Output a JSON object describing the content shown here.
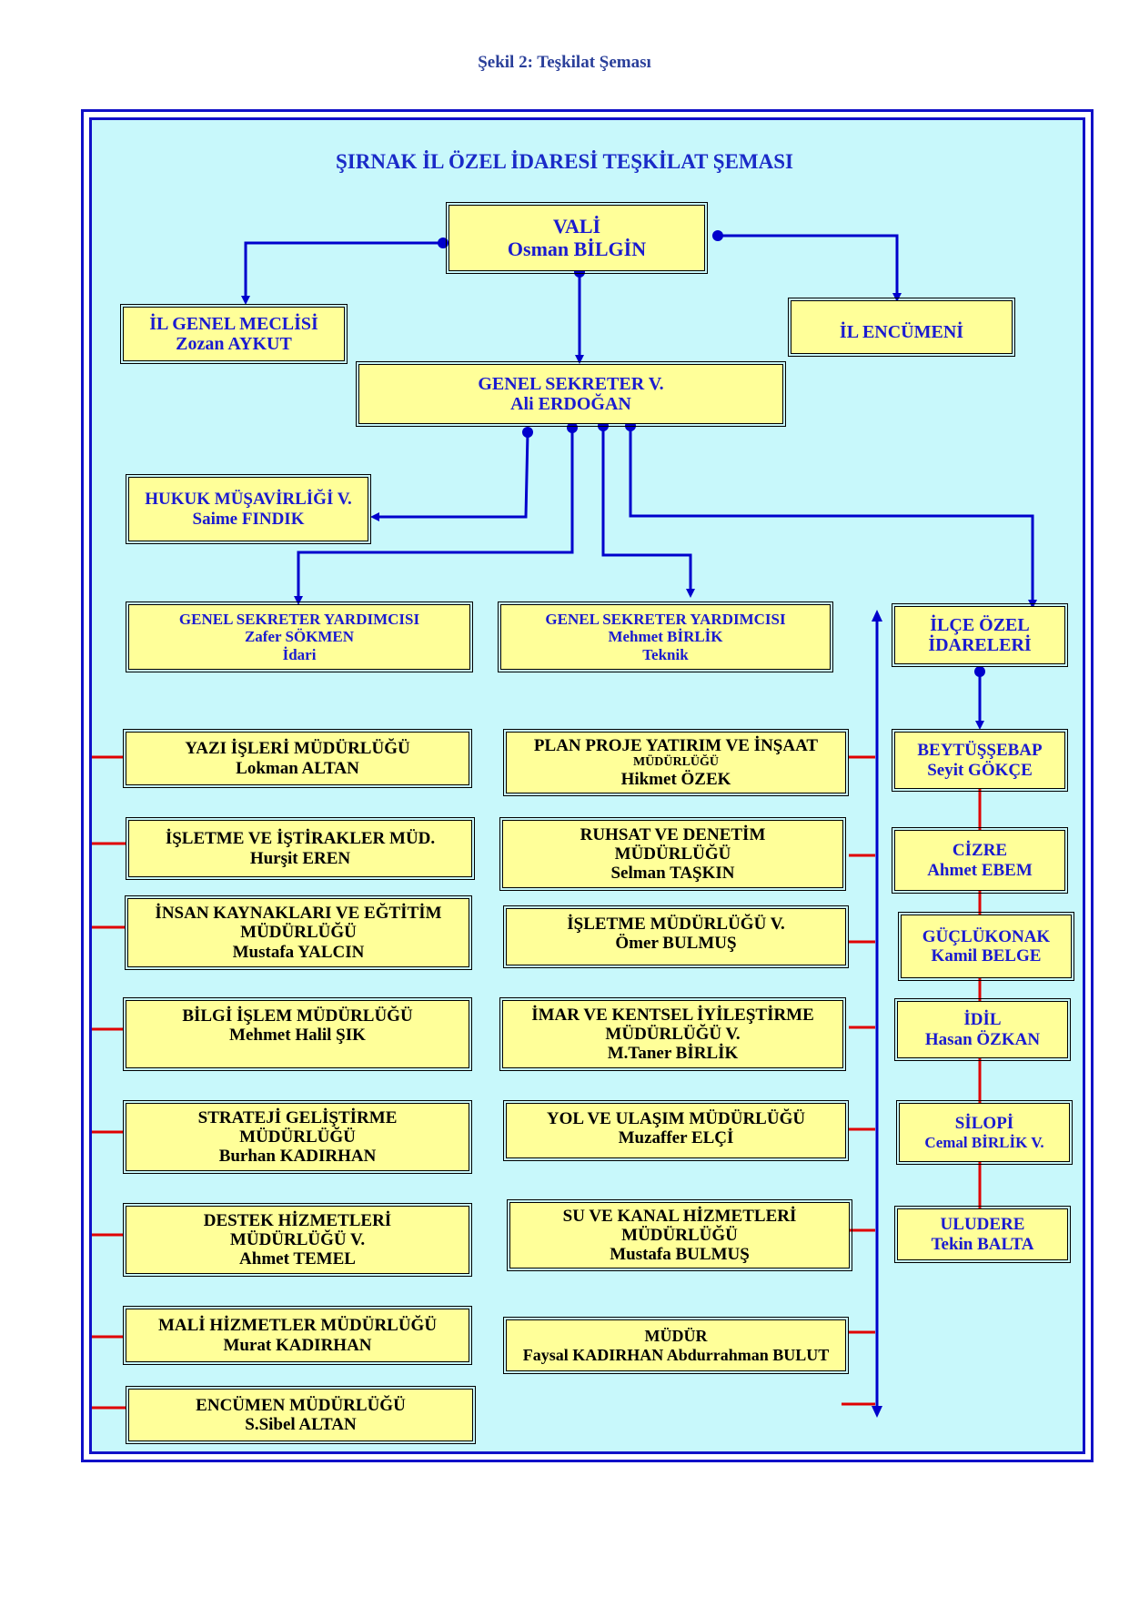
{
  "caption": "Şekil 2: Teşkilat Şeması",
  "title": "ŞIRNAK İL ÖZEL İDARESİ TEŞKİLAT ŞEMASI",
  "colors": {
    "frame": "#1010c8",
    "background": "#c8f8fb",
    "box": "#ffff99",
    "connector_blue": "#0000cc",
    "connector_red": "#e00000"
  },
  "top": {
    "vali": {
      "title": "VALİ",
      "name": "Osman BİLGİN"
    },
    "il_genel_meclisi": {
      "title": "İL GENEL MECLİSİ",
      "name": "Zozan AYKUT"
    },
    "il_encumeni": {
      "title": "İL ENCÜMENİ"
    },
    "genel_sekreter": {
      "title": "GENEL SEKRETER V.",
      "name": "Ali ERDOĞAN"
    },
    "hukuk": {
      "title": "HUKUK MÜŞAVİRLİĞİ V.",
      "name": "Saime FINDIK"
    },
    "yardimci_idari": {
      "title": "GENEL SEKRETER YARDIMCISI",
      "name": "Zafer SÖKMEN",
      "role": "İdari"
    },
    "yardimci_teknik": {
      "title": "GENEL SEKRETER YARDIMCISI",
      "name": "Mehmet BİRLİK",
      "role": "Teknik"
    },
    "ilce": {
      "line1": "İLÇE ÖZEL",
      "line2": "İDARELERİ"
    }
  },
  "left_units": [
    {
      "lines": [
        "YAZI İŞLERİ MÜDÜRLÜĞÜ",
        "Lokman ALTAN"
      ]
    },
    {
      "lines": [
        "İŞLETME VE İŞTİRAKLER MÜD.",
        "Hurşit EREN"
      ]
    },
    {
      "lines": [
        "İNSAN KAYNAKLARI VE EĞTİTİM",
        "MÜDÜRLÜĞÜ",
        "Mustafa YALCIN"
      ]
    },
    {
      "lines": [
        "BİLGİ İŞLEM MÜDÜRLÜĞÜ",
        "Mehmet Halil ŞIK"
      ]
    },
    {
      "lines": [
        "STRATEJİ GELİŞTİRME",
        "MÜDÜRLÜĞÜ",
        "Burhan KADIRHAN"
      ]
    },
    {
      "lines": [
        "DESTEK HİZMETLERİ",
        "MÜDÜRLÜĞÜ V.",
        "Ahmet TEMEL"
      ]
    },
    {
      "lines": [
        "MALİ HİZMETLER MÜDÜRLÜĞÜ",
        "Murat KADIRHAN"
      ]
    },
    {
      "lines": [
        "ENCÜMEN MÜDÜRLÜĞÜ",
        "S.Sibel ALTAN"
      ]
    }
  ],
  "middle_units": [
    {
      "lines": [
        "PLAN PROJE YATIRIM VE İNŞAAT",
        "MÜDÜRLÜĞÜ",
        "Hikmet ÖZEK"
      ]
    },
    {
      "lines": [
        "RUHSAT VE DENETİM",
        "MÜDÜRLÜĞÜ",
        "Selman TAŞKIN"
      ]
    },
    {
      "lines": [
        "İŞLETME MÜDÜRLÜĞÜ V.",
        "Ömer BULMUŞ"
      ]
    },
    {
      "lines": [
        "İMAR VE KENTSEL İYİLEŞTİRME",
        "MÜDÜRLÜĞÜ V.",
        "M.Taner BİRLİK"
      ]
    },
    {
      "lines": [
        "YOL VE ULAŞIM MÜDÜRLÜĞÜ",
        "Muzaffer ELÇİ"
      ]
    },
    {
      "lines": [
        "SU VE KANAL HİZMETLERİ",
        "MÜDÜRLÜĞÜ",
        "Mustafa BULMUŞ"
      ]
    },
    {
      "lines": [
        "MÜDÜR",
        "Faysal KADIRHAN Abdurrahman BULUT"
      ]
    }
  ],
  "districts": [
    {
      "name": "BEYTÜŞŞEBAP",
      "person": "Seyit GÖKÇE"
    },
    {
      "name": "CİZRE",
      "person": "Ahmet EBEM"
    },
    {
      "name": "GÜÇLÜKONAK",
      "person": "Kamil BELGE"
    },
    {
      "name": "İDİL",
      "person": "Hasan ÖZKAN"
    },
    {
      "name": "SİLOPİ",
      "person": "Cemal BİRLİK V."
    },
    {
      "name": "ULUDERE",
      "person": "Tekin BALTA"
    }
  ]
}
